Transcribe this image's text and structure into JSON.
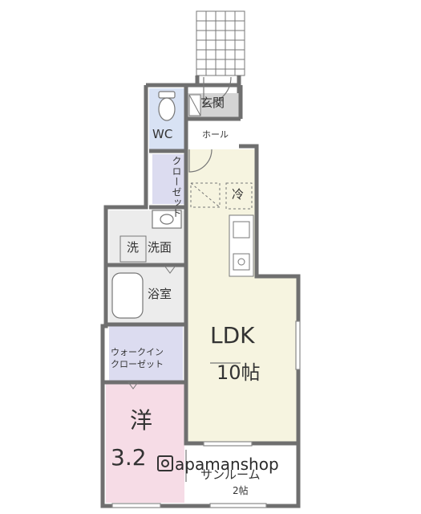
{
  "rooms": {
    "genkan": "玄関",
    "hall": "ホール",
    "wc": "WC",
    "closet": "クローゼット",
    "washroom": "洗面",
    "washer": "洗",
    "bath": "浴室",
    "walkin_line1": "ウォークイン",
    "walkin_line2": "クローゼット",
    "fridge": "冷",
    "ldk_name": "LDK",
    "ldk_size": "10帖",
    "western_name": "洋",
    "western_size": "3.2",
    "sunroom_name": "サンルーム",
    "sunroom_size": "2帖"
  },
  "watermark": "apamanshop",
  "colors": {
    "ldk": "#f6f4e0",
    "western": "#f6dce6",
    "closet": "#dcdcf0",
    "wc": "#d8e2f4",
    "wet": "#ececec",
    "genkan": "#d4d4d4",
    "wall": "#6f6f6f"
  }
}
